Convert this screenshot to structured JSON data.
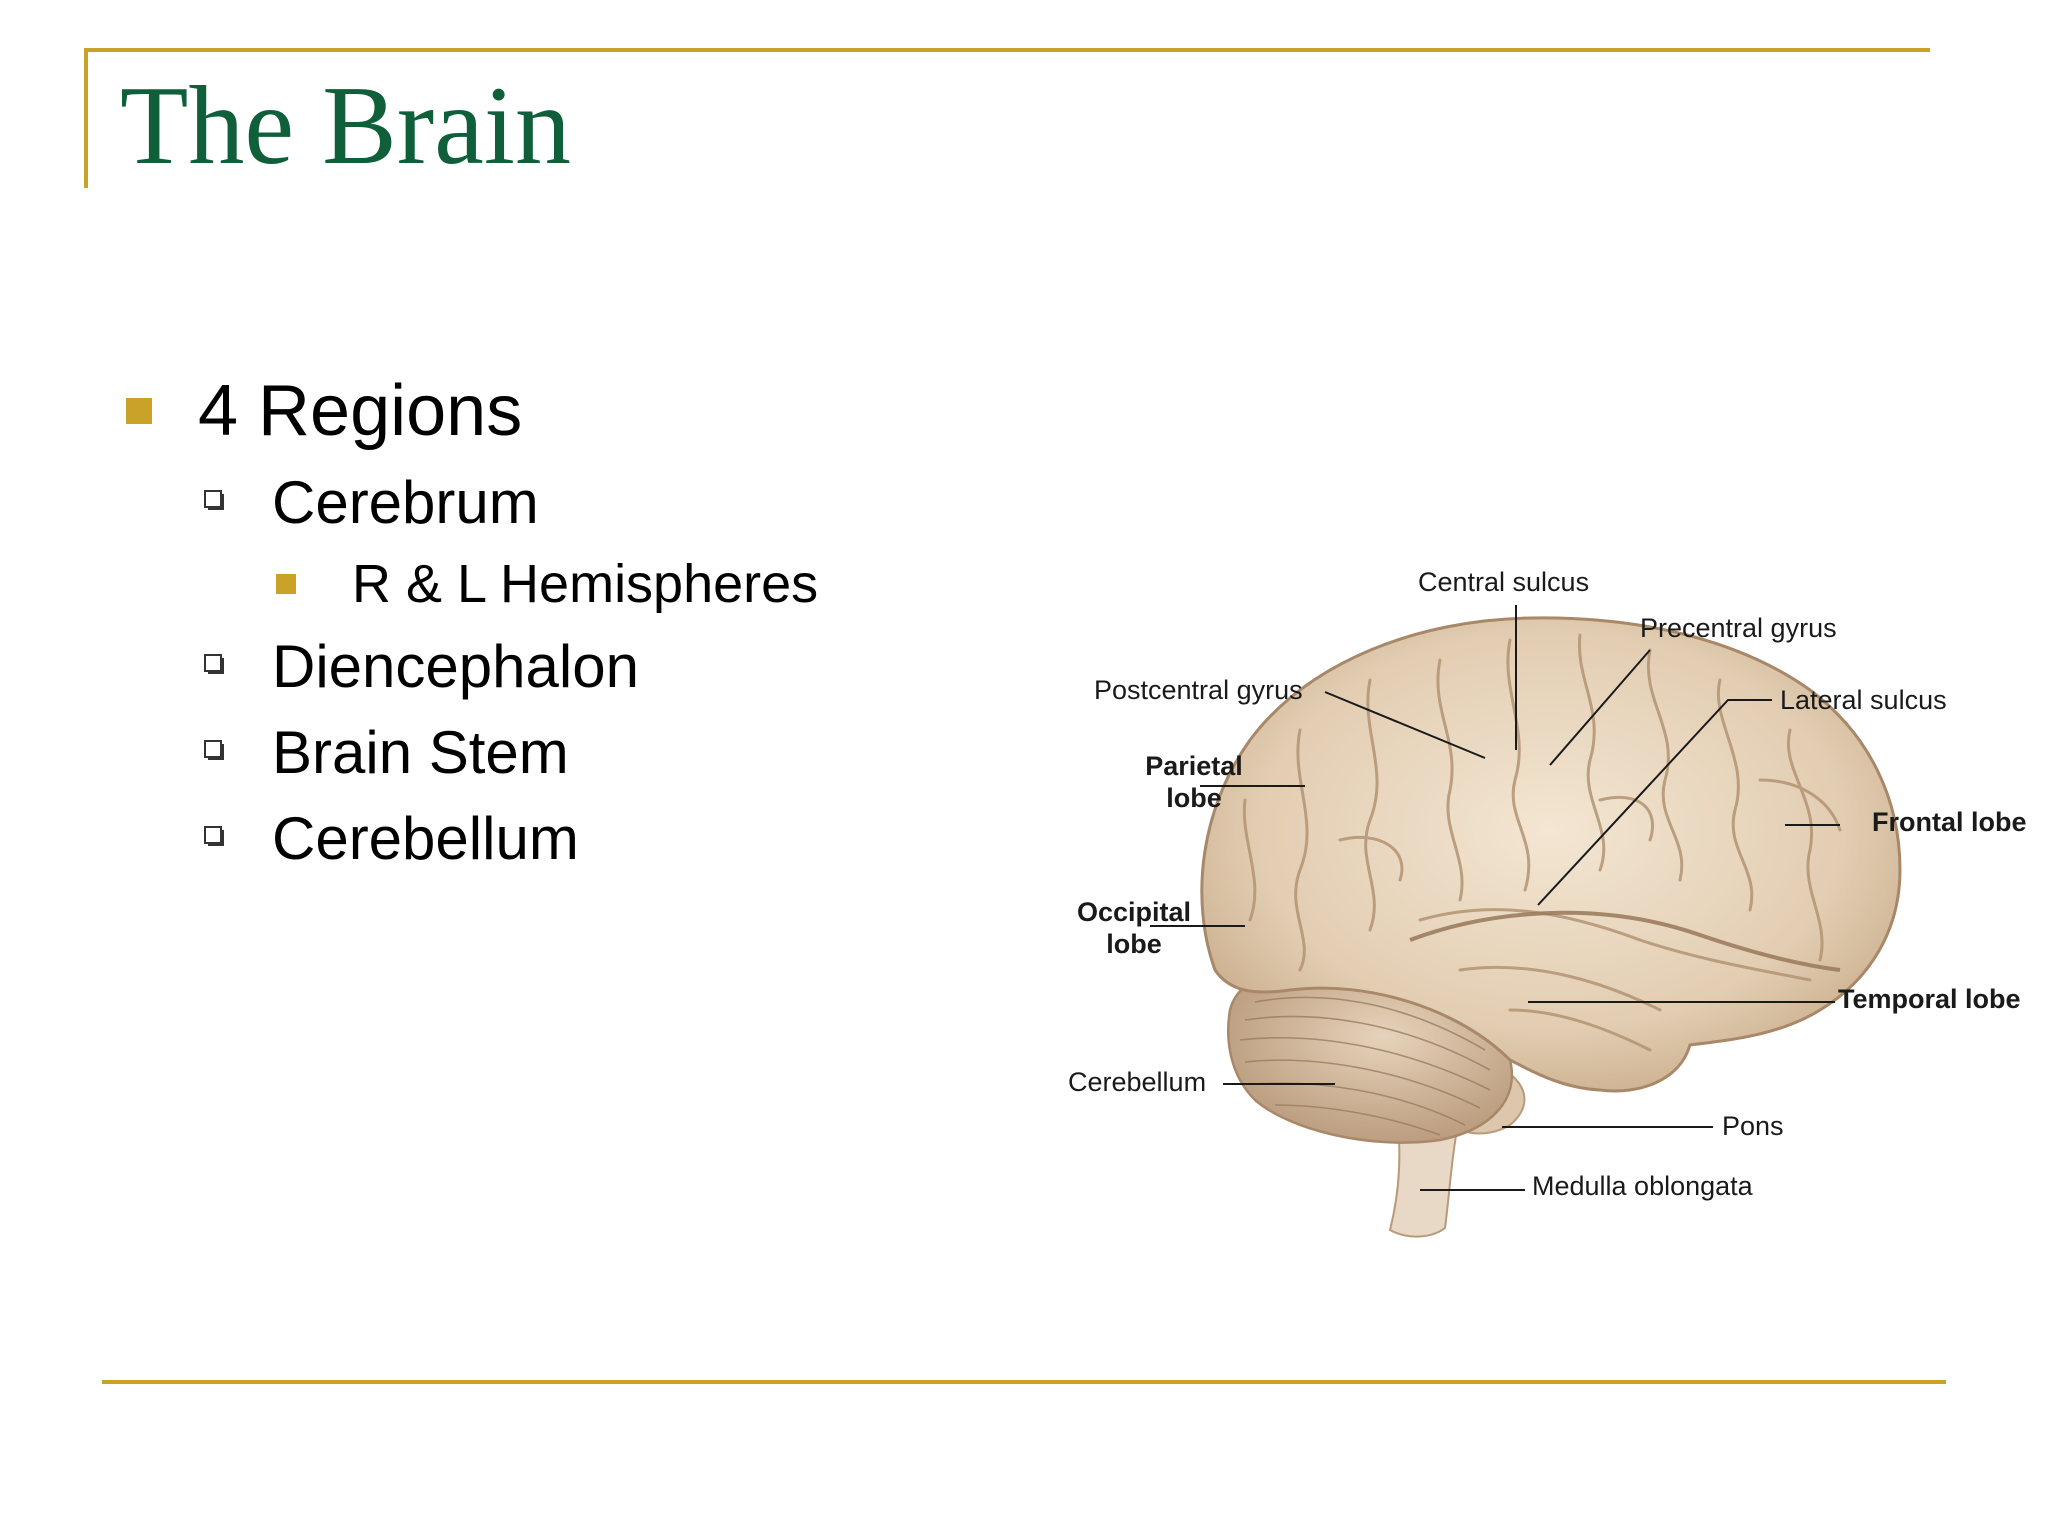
{
  "slide": {
    "title": "The Brain",
    "colors": {
      "title": "#0e5f3a",
      "accent": "#c9a227",
      "text": "#000000"
    },
    "bullets": {
      "main": "4 Regions",
      "cerebrum": "Cerebrum",
      "hemispheres": "R & L Hemispheres",
      "diencephalon": "Diencephalon",
      "brain_stem": "Brain Stem",
      "cerebellum": "Cerebellum"
    }
  },
  "diagram": {
    "labels": {
      "central_sulcus": "Central sulcus",
      "precentral_gyrus": "Precentral gyrus",
      "postcentral_gyrus": "Postcentral gyrus",
      "lateral_sulcus": "Lateral sulcus",
      "parietal_lobe_line1": "Parietal",
      "parietal_lobe_line2": "lobe",
      "frontal_lobe": "Frontal lobe",
      "occipital_lobe_line1": "Occipital",
      "occipital_lobe_line2": "lobe",
      "temporal_lobe": "Temporal lobe",
      "cerebellum": "Cerebellum",
      "pons": "Pons",
      "medulla_oblongata": "Medulla oblongata"
    }
  }
}
